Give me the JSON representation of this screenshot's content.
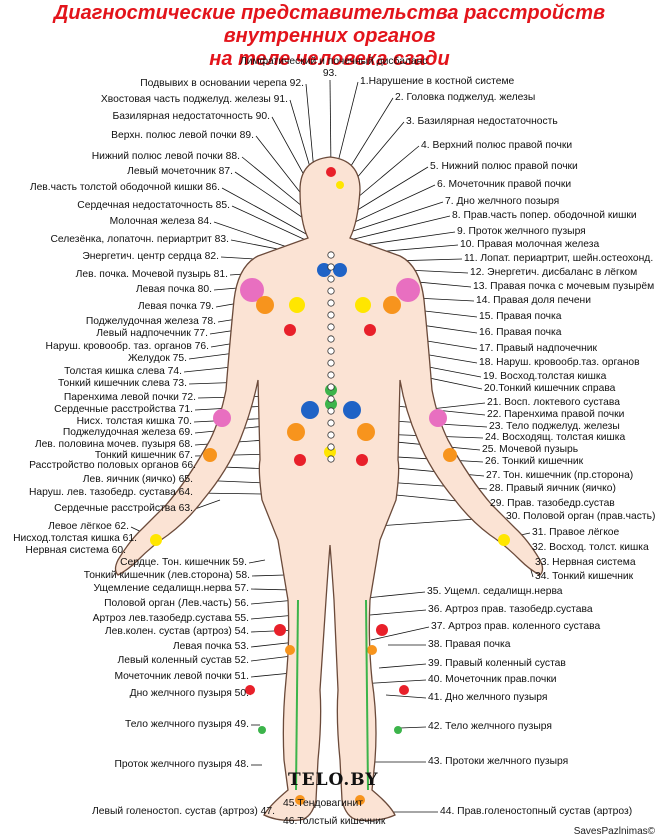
{
  "title": {
    "line1": "Диагностические представительства расстройств внутренних органов",
    "line2": "на теле человека сзади"
  },
  "brand": "TELO.BY",
  "watermark": "SavesPazlnimas©",
  "top_labels": [
    {
      "num": 93,
      "text": "Лимфатический и почечный дисбаланс",
      "sub": "93."
    }
  ],
  "right_labels": [
    {
      "num": 1,
      "text": "1.Нарушение в костной системе"
    },
    {
      "num": 2,
      "text": "2. Головка поджелуд. железы"
    },
    {
      "num": 3,
      "text": "3. Базилярная недостаточность"
    },
    {
      "num": 4,
      "text": "4. Верхний полюс правой почки"
    },
    {
      "num": 5,
      "text": "5. Нижний полюс правой почки"
    },
    {
      "num": 6,
      "text": "6. Мочеточник правой почки"
    },
    {
      "num": 7,
      "text": "7. Дно желчного позыря"
    },
    {
      "num": 8,
      "text": "8. Прав.часть попер. ободочной кишки"
    },
    {
      "num": 9,
      "text": "9. Проток желчного пузыря"
    },
    {
      "num": 10,
      "text": "10. Правая молочная железа"
    },
    {
      "num": 11,
      "text": "11. Лопат. периартрит, шейн.остеохонд."
    },
    {
      "num": 12,
      "text": "12. Энергетич. дисбаланс в лёгком"
    },
    {
      "num": 13,
      "text": "13. Правая почка с мочевым пузырём"
    },
    {
      "num": 14,
      "text": "14. Правая доля печени"
    },
    {
      "num": 15,
      "text": "15. Правая почка"
    },
    {
      "num": 16,
      "text": "16. Правая почка"
    },
    {
      "num": 17,
      "text": "17. Правый надпочечник"
    },
    {
      "num": 18,
      "text": "18. Наруш. кровообр.таз. органов"
    },
    {
      "num": 19,
      "text": "19. Восход.толстая кишка"
    },
    {
      "num": 20,
      "text": "20.Тонкий кишечник справа"
    },
    {
      "num": 21,
      "text": "21. Восп. локтевого сустава"
    },
    {
      "num": 22,
      "text": "22. Паренхима правой почки"
    },
    {
      "num": 23,
      "text": "23. Тело поджелуд. железы"
    },
    {
      "num": 24,
      "text": "24. Восходящ. толстая кишка"
    },
    {
      "num": 25,
      "text": "25. Мочевой пузырь"
    },
    {
      "num": 26,
      "text": "26. Тонкий кишечник"
    },
    {
      "num": 27,
      "text": "27. Тон. кишечник (пр.сторона)"
    },
    {
      "num": 28,
      "text": "28. Правый яичник  (яичко)"
    },
    {
      "num": 29,
      "text": "29. Прав. тазобедр.сустав"
    },
    {
      "num": 30,
      "text": "30. Половой орган (прав.часть)"
    },
    {
      "num": 31,
      "text": "31. Правое лёгкое"
    },
    {
      "num": 32,
      "text": "32. Восход. толст. кишка"
    },
    {
      "num": 33,
      "text": "33. Нервная система"
    },
    {
      "num": 34,
      "text": "34. Тонкий кишечник"
    },
    {
      "num": 35,
      "text": "35. Ущемл. седалищн.нерва"
    },
    {
      "num": 36,
      "text": "36. Артроз прав. тазобедр.сустава"
    },
    {
      "num": 37,
      "text": "37. Артроз прав. коленного сустава"
    },
    {
      "num": 38,
      "text": "38. Правая почка"
    },
    {
      "num": 39,
      "text": "39. Правый коленный  сустав"
    },
    {
      "num": 40,
      "text": "40. Мочеточник прав.почки"
    },
    {
      "num": 41,
      "text": "41. Дно желчного пузыря"
    },
    {
      "num": 42,
      "text": "42. Тело желчного пузыря"
    },
    {
      "num": 43,
      "text": "43. Протоки желчного пузыря"
    },
    {
      "num": 44,
      "text": "44. Прав.голеностопный сустав (артроз)"
    }
  ],
  "left_labels": [
    {
      "num": 92,
      "text": "Подвывих в основании черепа 92."
    },
    {
      "num": 91,
      "text": "Хвостовая часть поджелуд. железы 91."
    },
    {
      "num": 90,
      "text": "Базилярная недостаточность 90."
    },
    {
      "num": 89,
      "text": "Верхн. полюс левой почки  89."
    },
    {
      "num": 88,
      "text": "Нижний полюс левой почки 88."
    },
    {
      "num": 87,
      "text": "Левый мочеточник 87."
    },
    {
      "num": 86,
      "text": "Лев.часть толстой ободочной кишки 86."
    },
    {
      "num": 85,
      "text": "Сердечная недостаточность 85."
    },
    {
      "num": 84,
      "text": "Молочная железа 84."
    },
    {
      "num": 83,
      "text": "Селезёнка, лопаточн. периартрит 83."
    },
    {
      "num": 82,
      "text": "Энергетич. центр сердца 82."
    },
    {
      "num": 81,
      "text": "Лев. почка. Мочевой пузырь 81."
    },
    {
      "num": 80,
      "text": "Левая почка 80."
    },
    {
      "num": 79,
      "text": "Левая почка 79."
    },
    {
      "num": 78,
      "text": "Поджелудочная железа 78."
    },
    {
      "num": 77,
      "text": "Левый надпочечник 77."
    },
    {
      "num": 76,
      "text": "Наруш. кровообр. таз. органов  76."
    },
    {
      "num": 75,
      "text": "Желудок 75."
    },
    {
      "num": 74,
      "text": "Толстая кишка слева 74."
    },
    {
      "num": 73,
      "text": "Тонкий кишечник слева 73."
    },
    {
      "num": 72,
      "text": "Паренхима левой почки 72."
    },
    {
      "num": 71,
      "text": "Сердечные расстройства 71."
    },
    {
      "num": 70,
      "text": "Нисх. толстая кишка 70."
    },
    {
      "num": 69,
      "text": "Поджелудочная железа 69."
    },
    {
      "num": 68,
      "text": "Лев. половина мочев. пузыря 68."
    },
    {
      "num": 67,
      "text": "Тонкий кишечник 67."
    },
    {
      "num": 66,
      "text": "Расстройство половых органов 66."
    },
    {
      "num": 65,
      "text": "Лев. яичник (яичко) 65."
    },
    {
      "num": 64,
      "text": "Наруш. лев. тазобедр. сустава 64."
    },
    {
      "num": 63,
      "text": "Сердечные расстройства 63."
    },
    {
      "num": 62,
      "text": "Левое лёгкое 62."
    },
    {
      "num": 61,
      "text": "Нисход.толстая кишка 61."
    },
    {
      "num": 60,
      "text": "Нервная система 60."
    },
    {
      "num": 59,
      "text": "Сердце. Тон. кишечник 59."
    },
    {
      "num": 58,
      "text": "Тонкий кишечник (лев.сторона) 58."
    },
    {
      "num": 57,
      "text": "Ущемление седалищн.нерва 57."
    },
    {
      "num": 56,
      "text": "Половой орган (Лев.часть) 56."
    },
    {
      "num": 55,
      "text": "Артроз лев.тазобедр.сустава 55."
    },
    {
      "num": 54,
      "text": "Лев.колен. сустав (артроз) 54."
    },
    {
      "num": 53,
      "text": "Левая почка 53."
    },
    {
      "num": 52,
      "text": "Левый коленный сустав 52."
    },
    {
      "num": 51,
      "text": "Мочеточник левой почки 51."
    },
    {
      "num": 50,
      "text": "Дно желчного пузыря 50."
    },
    {
      "num": 49,
      "text": "Тело желчного пузыря 49."
    },
    {
      "num": 48,
      "text": "Проток желчного пузыря 48."
    },
    {
      "num": 47,
      "text": "Левый голеностоп. сустав (артроз) 47."
    }
  ],
  "bottom_labels": [
    {
      "num": 45,
      "text": "45.Тендовагинит"
    },
    {
      "num": 46,
      "text": "46.Толстый кишечник"
    }
  ],
  "colors": {
    "title": "#e3141b",
    "skin": "#fbe3d4",
    "outline": "#6b4a3a",
    "spot_red": "#e8202a",
    "spot_orange": "#f7941d",
    "spot_yellow": "#ffe600",
    "spot_green": "#3cb44b",
    "spot_blue": "#1f63c6",
    "spot_pink": "#e86fc0",
    "spot_black": "#111111"
  }
}
